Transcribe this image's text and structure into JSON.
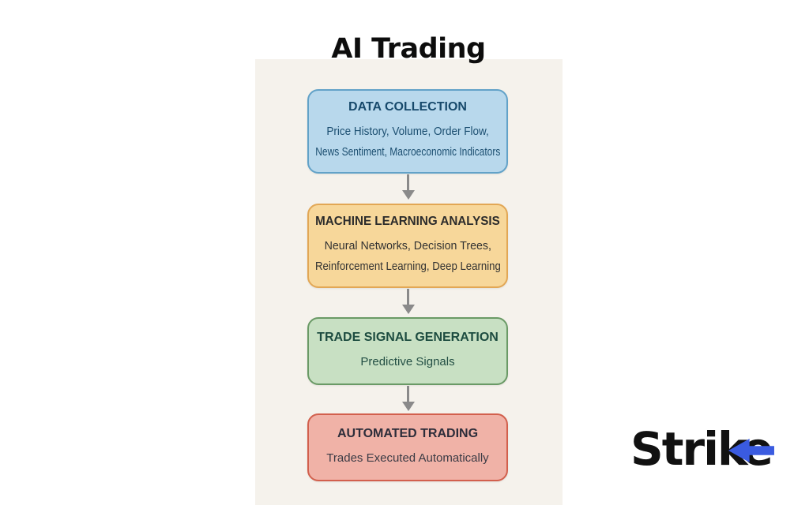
{
  "page": {
    "title": "AI Trading",
    "background": "#ffffff",
    "panel_background": "#f5f2ec"
  },
  "flowchart": {
    "arrow_color": "#8a8a8a",
    "steps": [
      {
        "id": "data-collection",
        "title": "DATA COLLECTION",
        "lines": [
          "Price History, Volume, Order Flow,",
          "News Sentiment, Macroeconomic Indicators"
        ],
        "fill": "#b8d8ec",
        "border": "#62a2c8",
        "title_color": "#17496b",
        "text_color": "#1b4e70"
      },
      {
        "id": "machine-learning-analysis",
        "title": "MACHINE LEARNING ANALYSIS",
        "lines": [
          "Neural Networks, Decision Trees,",
          "Reinforcement Learning, Deep Learning"
        ],
        "fill": "#f7d79a",
        "border": "#e2a755",
        "title_color": "#2b2b2b",
        "text_color": "#323232"
      },
      {
        "id": "trade-signal-generation",
        "title": "TRADE SIGNAL GENERATION",
        "lines": [
          "Predictive Signals"
        ],
        "fill": "#c8e0c3",
        "border": "#6a9a66",
        "title_color": "#1d4c40",
        "text_color": "#234f44"
      },
      {
        "id": "automated-trading",
        "title": "AUTOMATED TRADING",
        "lines": [
          "Trades Executed Automatically"
        ],
        "fill": "#f0b2a7",
        "border": "#d2604d",
        "title_color": "#2d2d3a",
        "text_color": "#3b3b45"
      }
    ]
  },
  "logo": {
    "prefix": "Stri",
    "k": "k",
    "e": "e",
    "text_color": "#111111",
    "accent_color": "#3a5be0"
  }
}
